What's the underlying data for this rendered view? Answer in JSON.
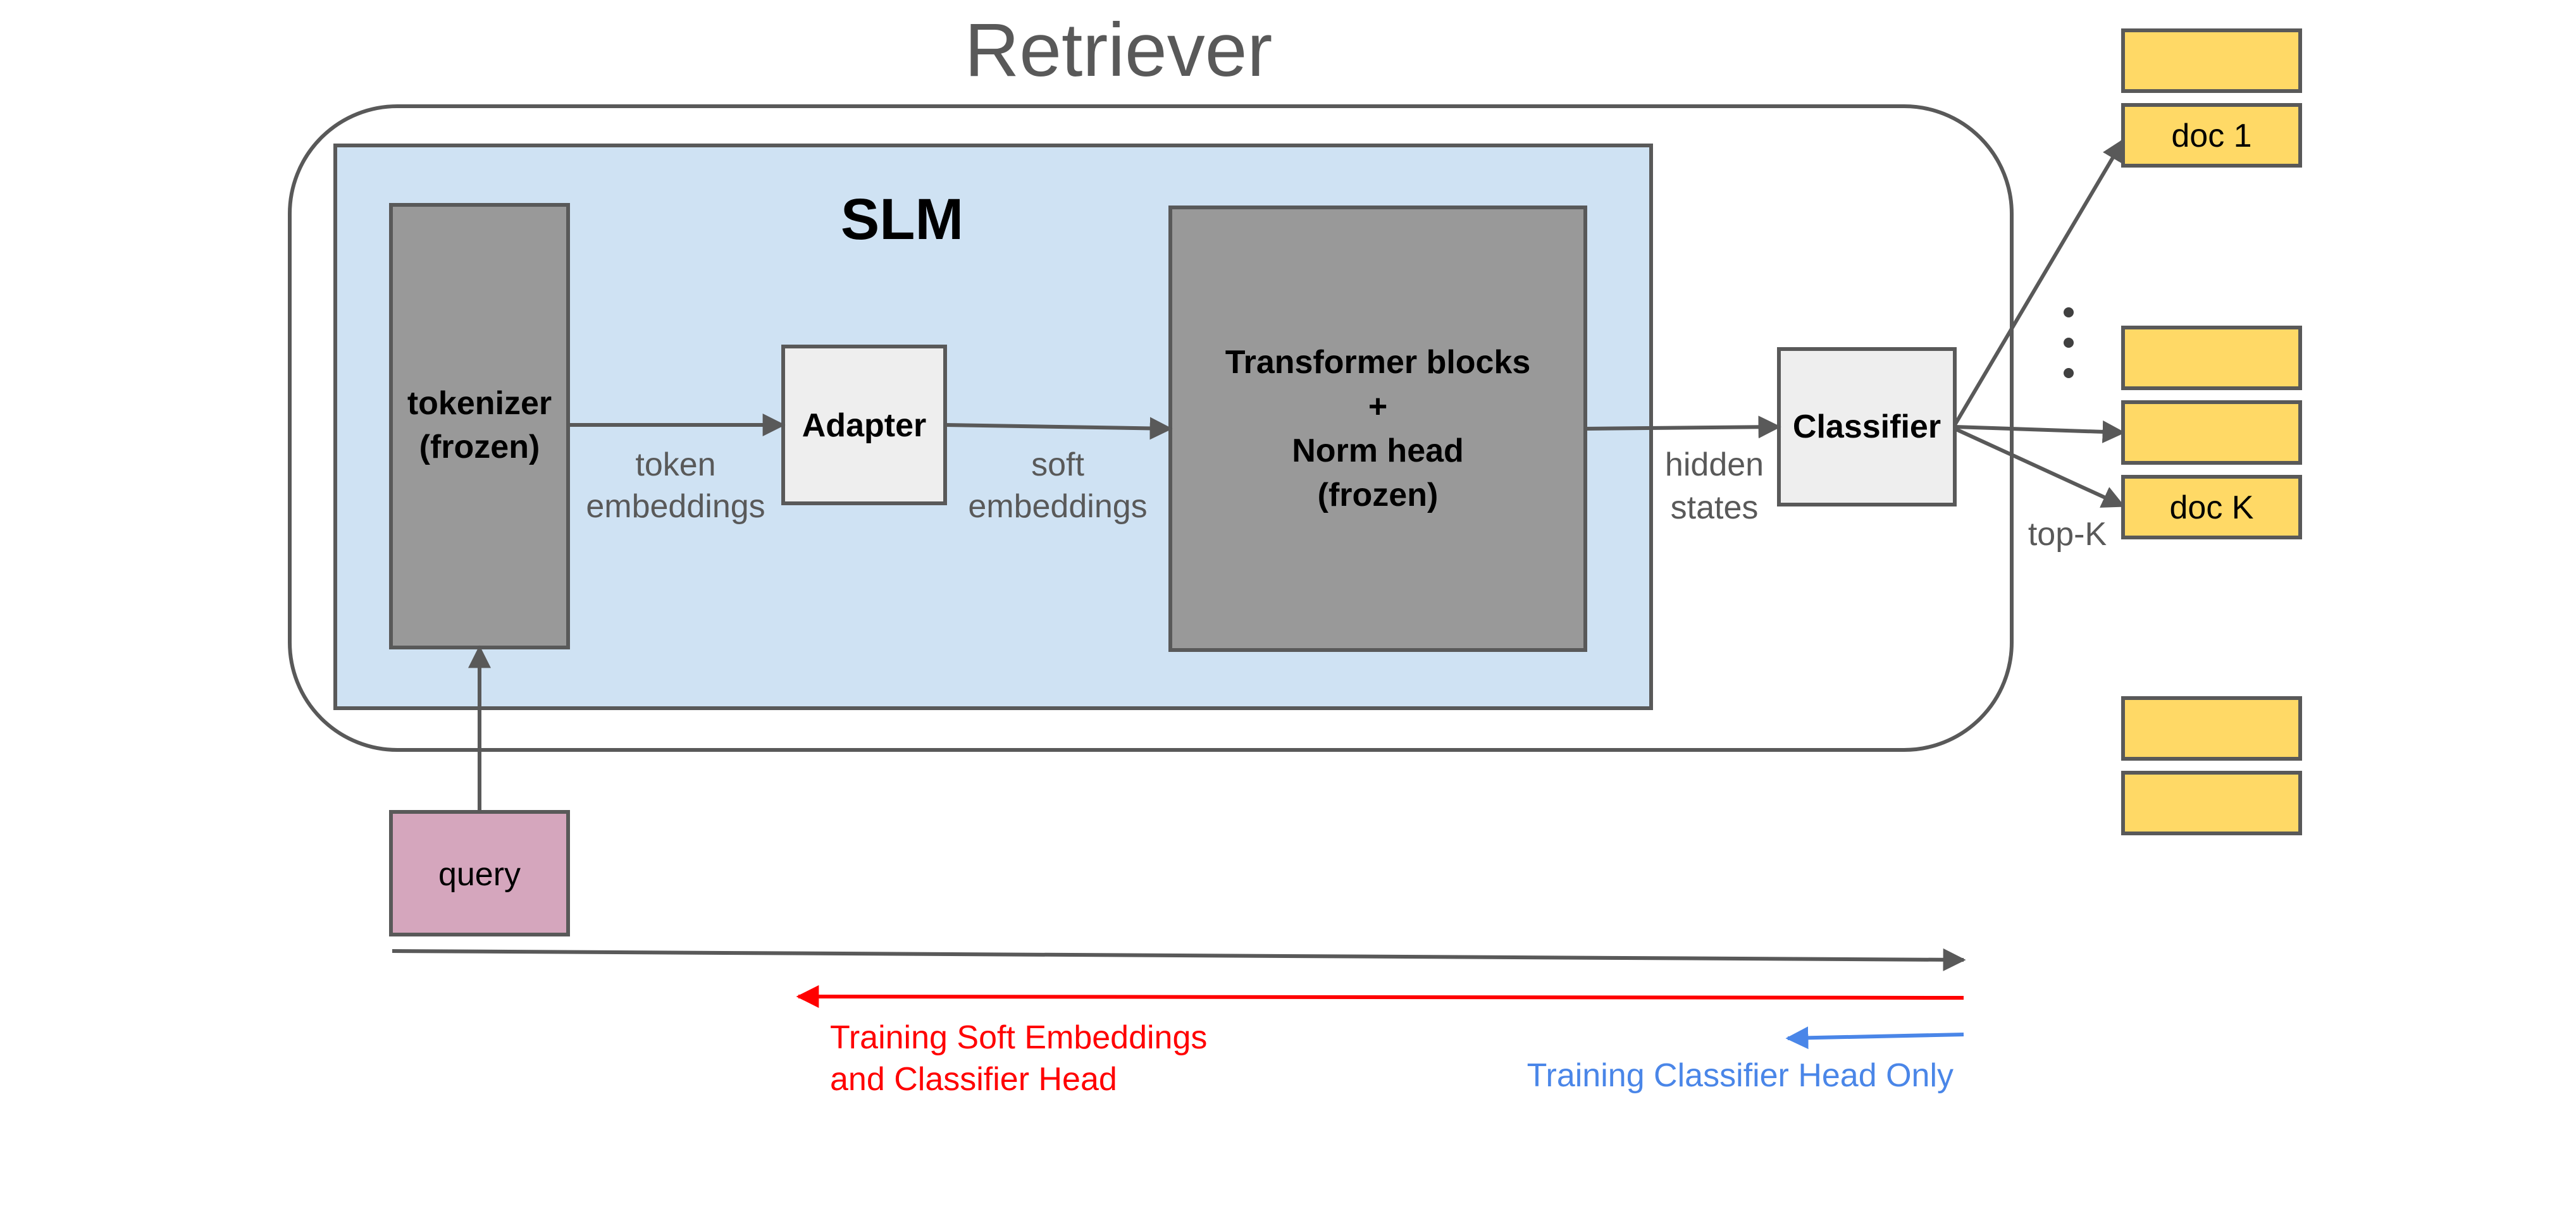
{
  "retriever": {
    "title": "Retriever"
  },
  "slm": {
    "title": "SLM"
  },
  "tokenizer": {
    "line1": "tokenizer",
    "line2": "(frozen)"
  },
  "adapter": {
    "label": "Adapter"
  },
  "transformer": {
    "line1": "Transformer blocks",
    "line2": "+",
    "line3": "Norm head",
    "line4": "(frozen)"
  },
  "classifier": {
    "label": "Classifier"
  },
  "query": {
    "label": "query"
  },
  "edges": {
    "token_embeddings": {
      "line1": "token",
      "line2": "embeddings"
    },
    "soft_embeddings": {
      "line1": "soft",
      "line2": "embeddings"
    },
    "hidden_states": {
      "line1": "hidden",
      "line2": "states"
    },
    "top_k": "top-K"
  },
  "docs": {
    "doc1": "doc 1",
    "docK": "doc K"
  },
  "training": {
    "soft_line1": "Training Soft Embeddings",
    "soft_line2": "and Classifier Head",
    "classifier_only": "Training Classifier Head Only"
  },
  "colors": {
    "slm_fill": "#cfe2f3",
    "frozen_gray": "#999999",
    "light_box": "#eeeeee",
    "query_fill": "#d5a6bd",
    "doc_fill": "#ffd966",
    "outline": "#595959",
    "red": "#ff0000",
    "blue": "#4a86e8"
  }
}
